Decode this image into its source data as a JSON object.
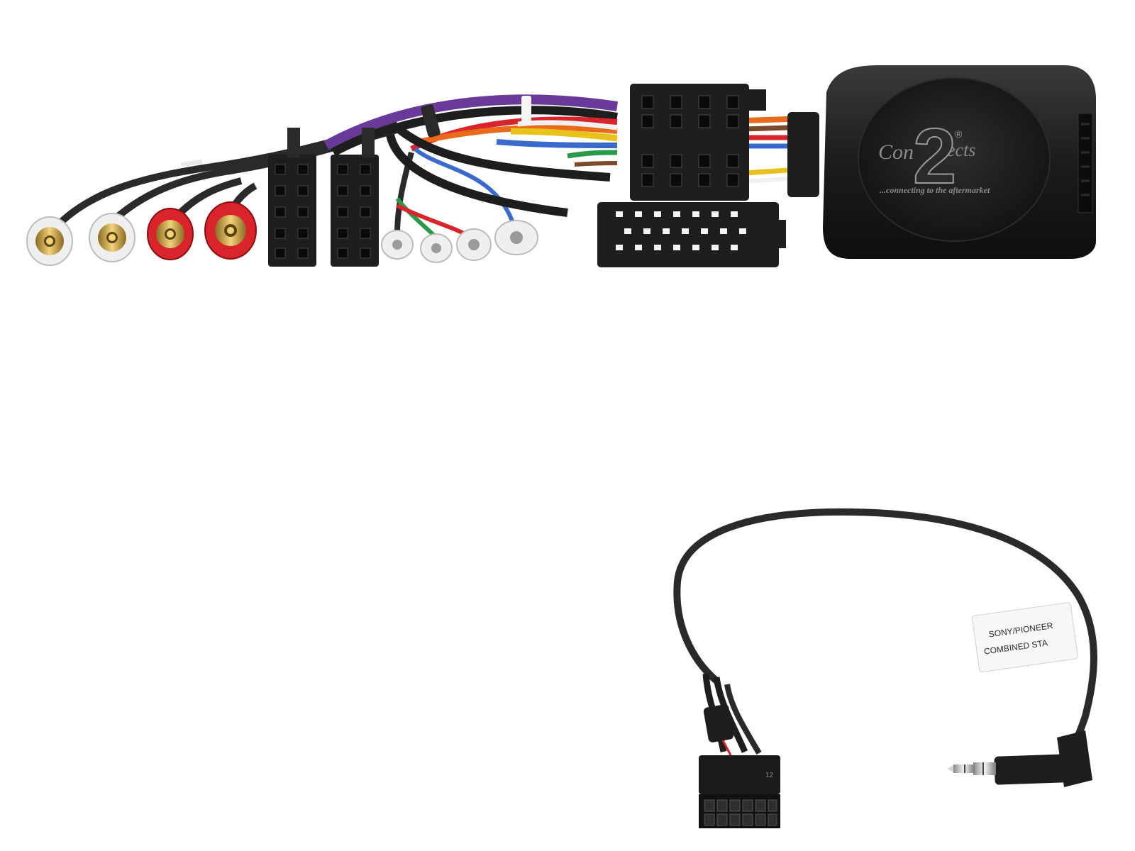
{
  "product": {
    "logo": {
      "prefix": "Con",
      "suffix": "ects",
      "big_numeral": "2",
      "registered_mark": "®",
      "tagline": "...connecting to the aftermarket"
    }
  },
  "lead": {
    "tag_line1": "SONY/PIONEER",
    "tag_line2": "COMBINED STA",
    "pin_number": "12"
  },
  "colors": {
    "background": "#ffffff",
    "plastic": "#1e1e1e",
    "cable": "#2a2a2a",
    "rca_red": "#d8242a",
    "rca_white": "#efefef",
    "gold": "#c9a23a",
    "wire_purple": "#6a3a9a",
    "wire_blue": "#3a6acc",
    "wire_orange": "#e86a1a",
    "wire_red": "#d8242a",
    "wire_yellow": "#e8c21a",
    "wire_green": "#2a9a4a",
    "wire_white": "#f0f0f0",
    "wire_brown": "#7a4a2a"
  }
}
